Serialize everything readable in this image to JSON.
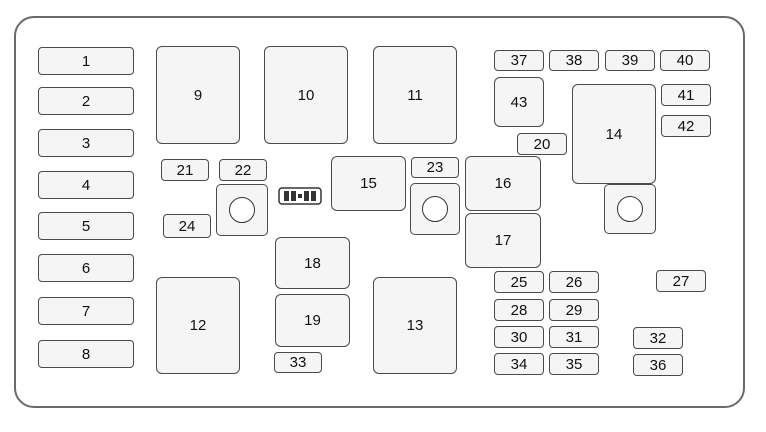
{
  "fuses": {
    "f1": "1",
    "f2": "2",
    "f3": "3",
    "f4": "4",
    "f5": "5",
    "f6": "6",
    "f7": "7",
    "f8": "8",
    "f9": "9",
    "f10": "10",
    "f11": "11",
    "f12": "12",
    "f13": "13",
    "f14": "14",
    "f15": "15",
    "f16": "16",
    "f17": "17",
    "f18": "18",
    "f19": "19",
    "f20": "20",
    "f21": "21",
    "f22": "22",
    "f23": "23",
    "f24": "24",
    "f25": "25",
    "f26": "26",
    "f27": "27",
    "f28": "28",
    "f29": "29",
    "f30": "30",
    "f31": "31",
    "f32": "32",
    "f33": "33",
    "f34": "34",
    "f35": "35",
    "f36": "36",
    "f37": "37",
    "f38": "38",
    "f39": "39",
    "f40": "40",
    "f41": "41",
    "f42": "42",
    "f43": "43"
  },
  "icons": {
    "stud": "bolt-stud-icon",
    "connector": "connector-icon"
  },
  "colors": {
    "outline": "#4a4a4a",
    "fill": "#f5f5f5"
  }
}
